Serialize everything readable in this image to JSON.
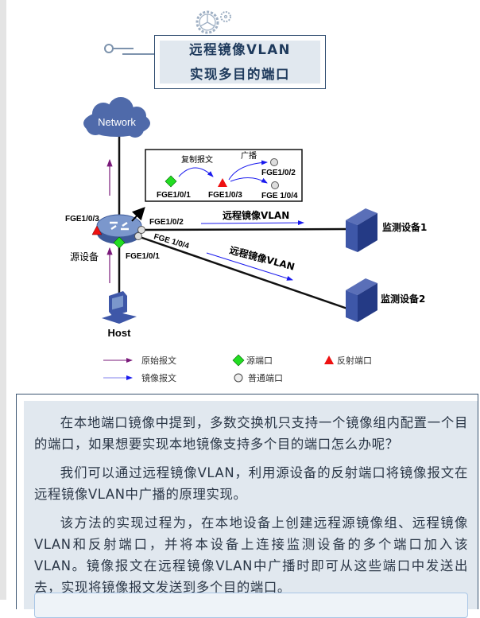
{
  "title": {
    "line1": "远程镜像VLAN",
    "line2": "实现多目的端口"
  },
  "diagram": {
    "network": "Network",
    "host": "Host",
    "source_device": "源设备",
    "port_fge103": "FGE1/0/3",
    "port_fge101": "FGE1/0/1",
    "port_fge102": "FGE1/0/2",
    "port_fge104": "FGE 1/0/4",
    "remote_vlan_1": "远程镜像VLAN",
    "remote_vlan_2": "远程镜像VLAN",
    "monitor1": "监测设备1",
    "monitor2": "监测设备2",
    "inset": {
      "copy_packet": "复制报文",
      "broadcast": "广播",
      "src_port": "FGE1/0/1",
      "reflect_port": "FGE1/0/3",
      "port2": "FGE1/0/2",
      "port4": "FGE 1/0/4"
    },
    "legend": {
      "original": "原始报文",
      "mirror": "镜像报文",
      "source_port": "源端口",
      "normal_port": "普通端口",
      "reflect_port": "反射端口"
    },
    "colors": {
      "original_arrow": "#7a1a7a",
      "mirror_arrow": "#1a1aee",
      "source_port": "#22dd22",
      "reflect_port": "#ee1111",
      "device": "#3b4f9a"
    }
  },
  "paragraphs": [
    "在本地端口镜像中提到，多数交换机只支持一个镜像组内配置一个目的端口，如果想要实现本地镜像支持多个目的端口怎么办呢？",
    "我们可以通过远程镜像VLAN，利用源设备的反射端口将镜像报文在远程镜像VLAN中广播的原理实现。",
    "该方法的实现过程为，在本地设备上创建远程源镜像组、远程镜像VLAN和反射端口，并将本设备上连接监测设备的多个端口加入该VLAN。镜像报文在远程镜像VLAN中广播时即可从这些端口中发送出去，实现将镜像报文发送到多个目的端口。"
  ]
}
